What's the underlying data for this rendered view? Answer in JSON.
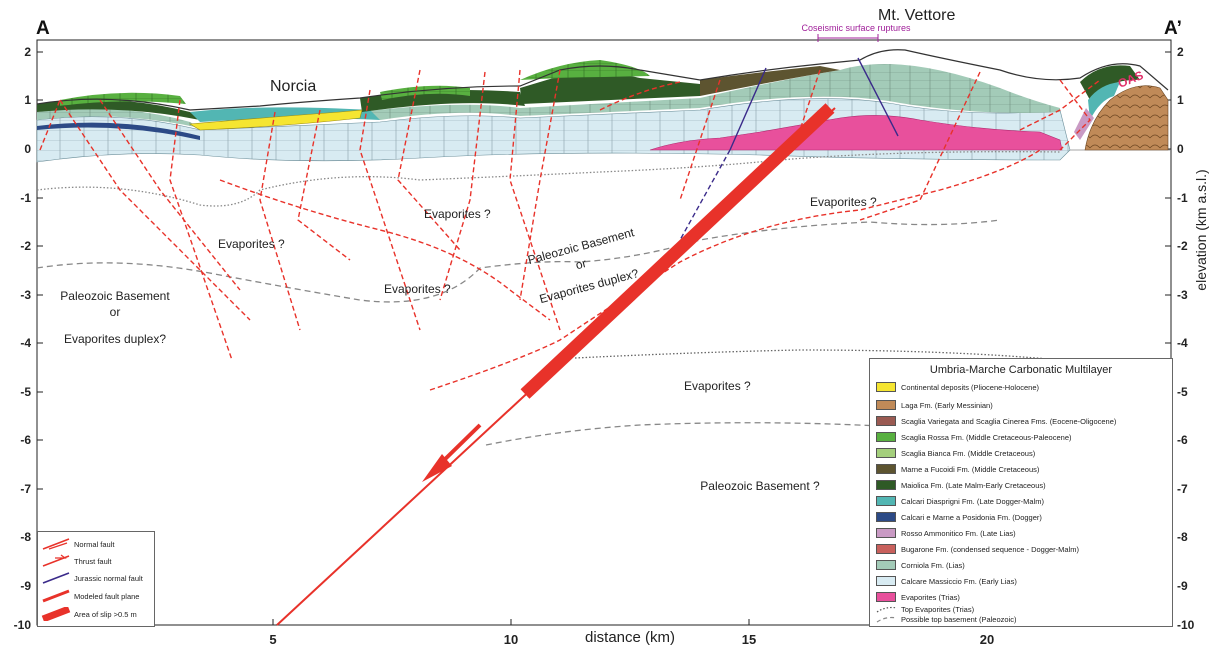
{
  "section": {
    "left_label": "A",
    "right_label": "A’",
    "peak_label": "Mt. Vettore",
    "town_label": "Norcia",
    "ruptures_label": "Coseismic surface ruptures",
    "oas_label": "OAS",
    "x_axis_title": "distance (km)",
    "y_axis_title": "elevation (km a.s.l.)",
    "x_ticks": [
      "5",
      "10",
      "15",
      "20"
    ],
    "y_ticks": [
      "2",
      "1",
      "0",
      "-1",
      "-2",
      "-3",
      "-4",
      "-5",
      "-6",
      "-7",
      "-8",
      "-9",
      "-10"
    ]
  },
  "annotations": {
    "evap_1": "Evaporites ?",
    "evap_2": "Evaporites ?",
    "evap_3": "Evaporites ?",
    "evap_4": "Evaporites ?",
    "evap_5": "Evaporites ?",
    "paleo_left_1": "Paleozoic Basement",
    "paleo_left_2": "or",
    "paleo_left_3": "Evaporites duplex?",
    "paleo_mid_1": "Paleozoic Basement",
    "paleo_mid_2": "or",
    "paleo_mid_3": "Evaporites duplex?",
    "paleo_bottom": "Paleozoic Basement ?"
  },
  "legend": {
    "title": "Umbria-Marche Carbonatic Multilayer",
    "items": [
      {
        "label": "Continental deposits (Pliocene-Holocene)",
        "color": "#f5e531"
      },
      {
        "label": "Laga Fm. (Early Messinian)",
        "color": "#c08a58"
      },
      {
        "label": "Scaglia Variegata and Scaglia Cinerea Fms. (Eocene-Oligocene)",
        "color": "#9a5a52"
      },
      {
        "label": "Scaglia Rossa Fm. (Middle Cretaceous-Paleocene)",
        "color": "#58b040"
      },
      {
        "label": "Scaglia Bianca Fm. (Middle Cretaceous)",
        "color": "#a4cf7c"
      },
      {
        "label": "Marne a Fucoidi Fm. (Middle Cretaceous)",
        "color": "#5d5430"
      },
      {
        "label": "Maiolica Fm. (Late Malm-Early Cretaceous)",
        "color": "#2f5a26"
      },
      {
        "label": "Calcari Diasprigni Fm. (Late Dogger-Malm)",
        "color": "#52b6b3"
      },
      {
        "label": "Calcari e Marne a Posidonia Fm. (Dogger)",
        "color": "#2c4a86"
      },
      {
        "label": "Rosso Ammonitico Fm. (Late Lias)",
        "color": "#c99ac4"
      },
      {
        "label": "Bugarone Fm. (condensed sequence - Dogger-Malm)",
        "color": "#c8605c"
      },
      {
        "label": "Corniola Fm. (Lias)",
        "color": "#a3cbb8"
      },
      {
        "label": "Calcare Massiccio Fm. (Early Lias)",
        "color": "#d8ebf2"
      },
      {
        "label": "Evaporites (Trias)",
        "color": "#e8509c"
      }
    ],
    "line_items": [
      {
        "label": "Top Evaporites (Trias)"
      },
      {
        "label": "Possible top basement (Paleozoic)"
      }
    ]
  },
  "fault_legend": {
    "items": [
      {
        "label": "Normal fault"
      },
      {
        "label": "Thrust fault"
      },
      {
        "label": "Jurassic normal fault"
      },
      {
        "label": "Modeled fault plane"
      },
      {
        "label": "Area of slip >0.5 m"
      }
    ]
  },
  "colors": {
    "fault_red": "#e8322a",
    "jurassic_fault": "#3a2a8a",
    "rupture_label": "#a0209a",
    "oas_label": "#e0306a"
  }
}
